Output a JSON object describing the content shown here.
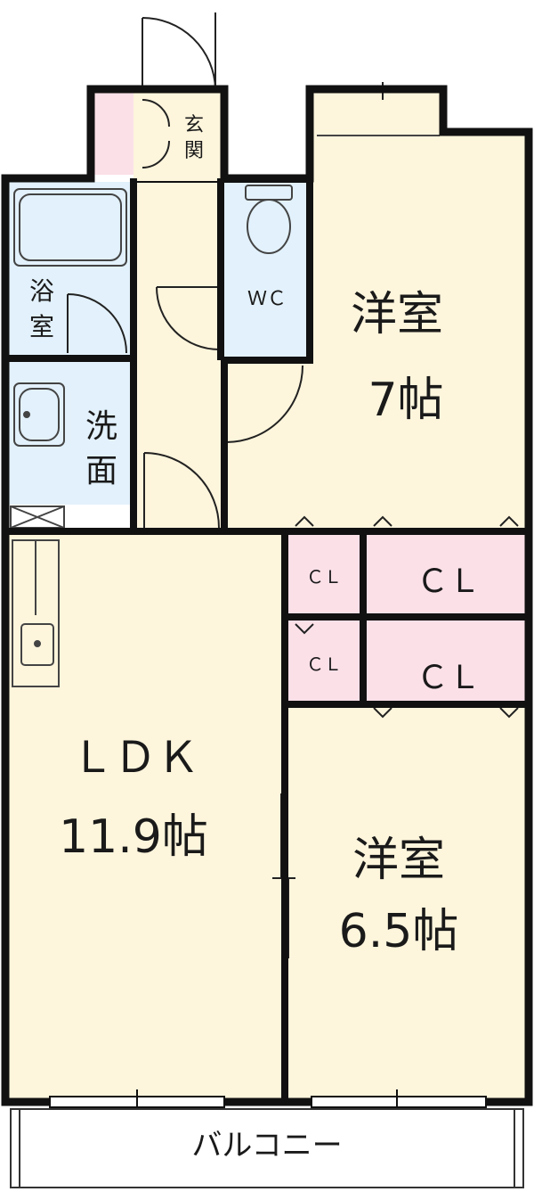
{
  "rooms": {
    "entrance": {
      "label_line1": "玄",
      "label_line2": "関"
    },
    "wc": {
      "label": "ＷＣ"
    },
    "bath": {
      "label_line1": "浴",
      "label_line2": "室"
    },
    "washroom": {
      "label_line1": "洗",
      "label_line2": "面"
    },
    "western_room_1": {
      "name": "洋室",
      "size": "7帖"
    },
    "western_room_2": {
      "name": "洋室",
      "size": "6.5帖"
    },
    "ldk": {
      "name": "ＬＤＫ",
      "size": "11.9帖"
    },
    "balcony": {
      "label": "バルコニー"
    },
    "closets": {
      "small_upper": "ＣＬ",
      "large_upper": "ＣＬ",
      "small_lower": "ＣＬ",
      "large_lower": "ＣＬ"
    }
  },
  "colors": {
    "wall": "#111111",
    "room_floor": "#fdf5dc",
    "wet_area": "#e2f1fb",
    "closet": "#fbe0e8",
    "balcony": "#ffffff",
    "fixture_line": "#444444"
  }
}
